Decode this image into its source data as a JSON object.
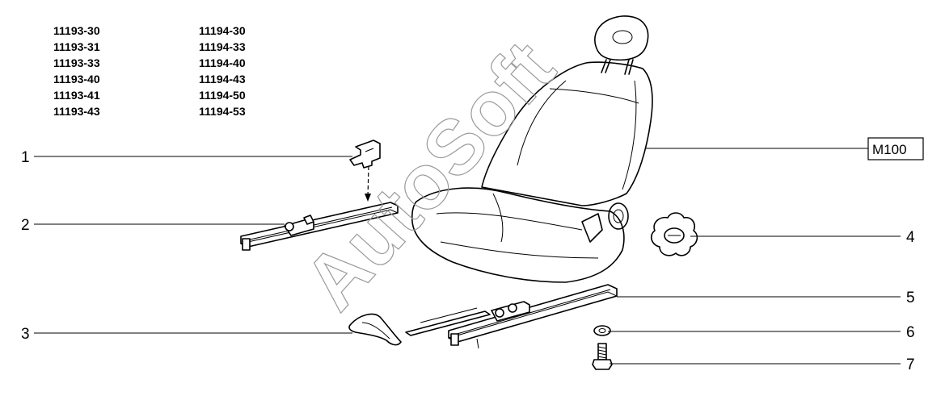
{
  "model_codes": {
    "left": [
      "11193-30",
      "11193-31",
      "11193-33",
      "11193-40",
      "11193-41",
      "11193-43"
    ],
    "right": [
      "11194-30",
      "11194-33",
      "11194-40",
      "11194-43",
      "11194-50",
      "11194-53"
    ]
  },
  "callouts": [
    "1",
    "2",
    "3",
    "4",
    "5",
    "6",
    "7"
  ],
  "reference": "M100",
  "watermark": "AutoSoft"
}
